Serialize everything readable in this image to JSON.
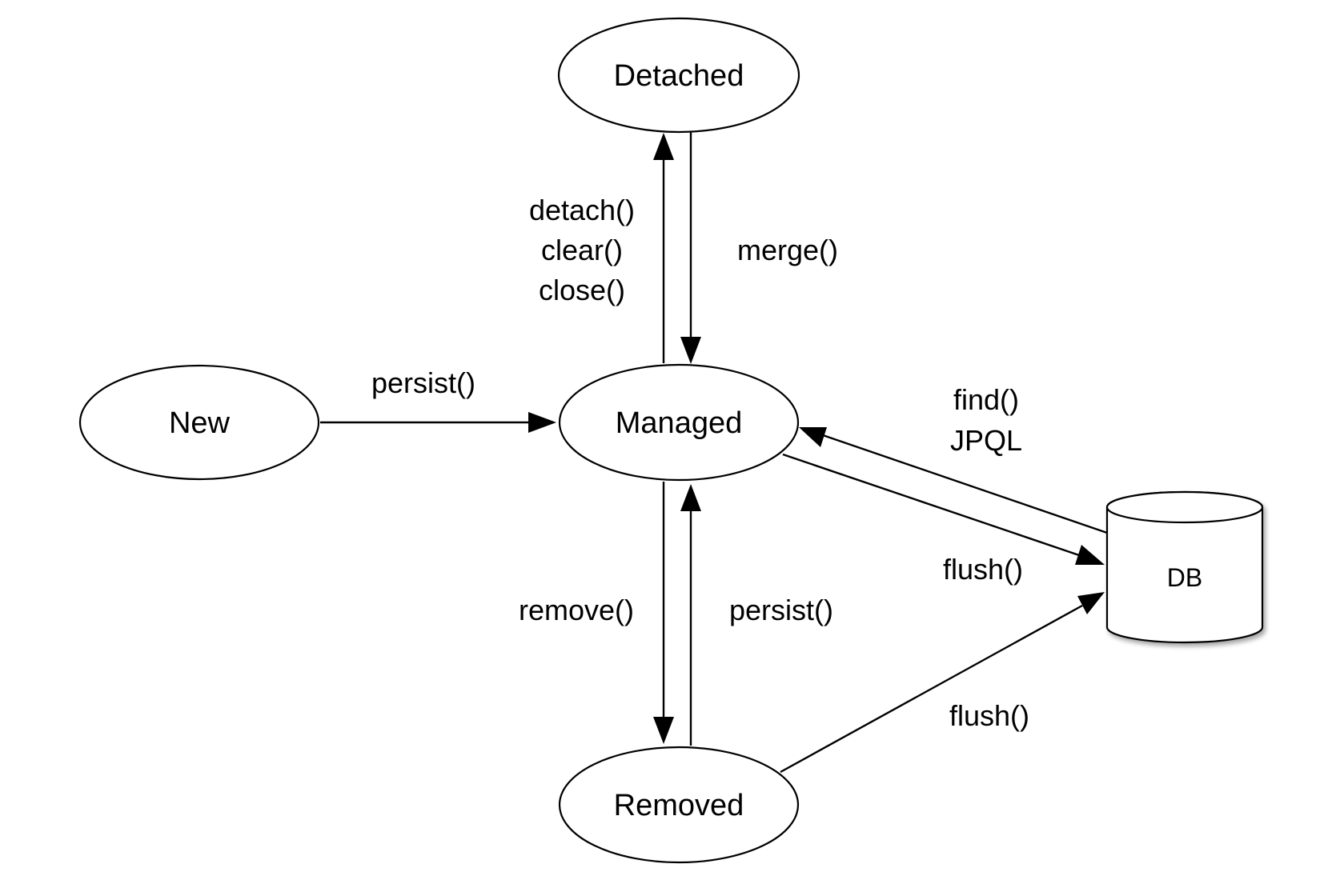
{
  "nodes": {
    "detached": "Detached",
    "new": "New",
    "managed": "Managed",
    "removed": "Removed",
    "db": "DB"
  },
  "edges": {
    "detach": [
      "detach()",
      "clear()",
      "close()"
    ],
    "merge": "merge()",
    "persist_new": "persist()",
    "find": [
      "find()",
      "JPQL"
    ],
    "flush_managed": "flush()",
    "remove": "remove()",
    "persist_removed": "persist()",
    "flush_removed": "flush()"
  }
}
